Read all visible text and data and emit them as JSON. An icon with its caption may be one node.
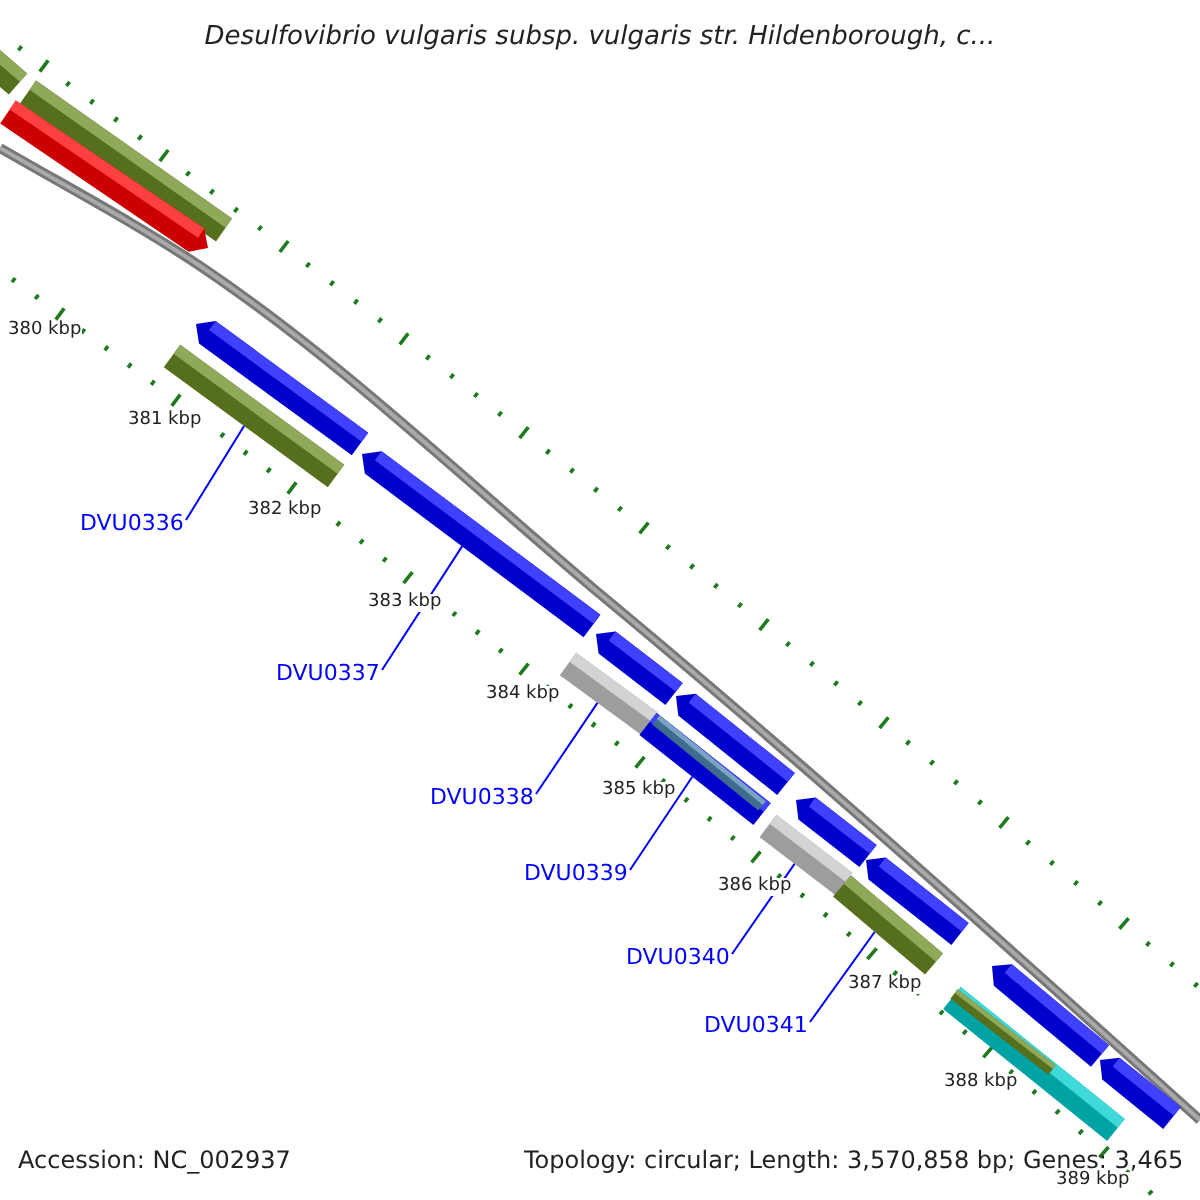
{
  "diagram": {
    "title": "Desulfovibrio vulgaris subsp. vulgaris str. Hildenborough, c...",
    "nodes": [
      {
        "text": [
          "DVU0336"
        ]
      },
      {
        "text": [
          "DVU0337"
        ]
      },
      {
        "text": [
          "DVU0338"
        ]
      },
      {
        "text": [
          "DVU0339"
        ]
      },
      {
        "text": [
          "DVU0340"
        ]
      },
      {
        "text": [
          "DVU0341"
        ]
      },
      {
        "text": [],
        "shape": "bar"
      },
      {
        "text": [],
        "shape": "bar"
      },
      {
        "text": [],
        "shape": "bar"
      },
      {
        "text": [],
        "shape": "bar"
      },
      {
        "text": [],
        "shape": "bar"
      },
      {
        "text": [],
        "shape": "bar"
      },
      {
        "text": [],
        "shape": "bar"
      },
      {
        "text": [],
        "shape": "bar"
      },
      {
        "text": [],
        "shape": "bar"
      },
      {
        "text": [],
        "shape": "bar"
      },
      {
        "text": [],
        "shape": "bar",
        "in": 15
      },
      {
        "text": [],
        "shape": "bar"
      },
      {
        "text": [],
        "shape": "bar"
      },
      {
        "text": [],
        "shape": "bar"
      },
      {
        "text": [],
        "shape": "bar"
      },
      {
        "text": [],
        "shape": "bar"
      },
      {
        "text": [],
        "shape": "bar"
      },
      {
        "text": [],
        "shape": "bar",
        "in": 22
      },
      {
        "text": [],
        "shape": "bar"
      }
    ],
    "edges": [
      {
        "from": 0,
        "to": 10,
        "arrow": "none"
      },
      {
        "from": 1,
        "to": 11,
        "arrow": "none"
      },
      {
        "from": 2,
        "to": 13,
        "arrow": "none"
      },
      {
        "from": 3,
        "to": 15,
        "arrow": "none"
      },
      {
        "from": 4,
        "to": 18,
        "arrow": "none"
      },
      {
        "from": 5,
        "to": 20,
        "arrow": "none"
      }
    ],
    "labels": [
      "380 kbp",
      "381 kbp",
      "382 kbp",
      "383 kbp",
      "384 kbp",
      "385 kbp",
      "386 kbp",
      "387 kbp",
      "388 kbp",
      "389 kbp",
      "Accession: NC_002937",
      "Topology: circular; Length: 3,570,858 bp; Genes: 3,465"
    ]
  }
}
